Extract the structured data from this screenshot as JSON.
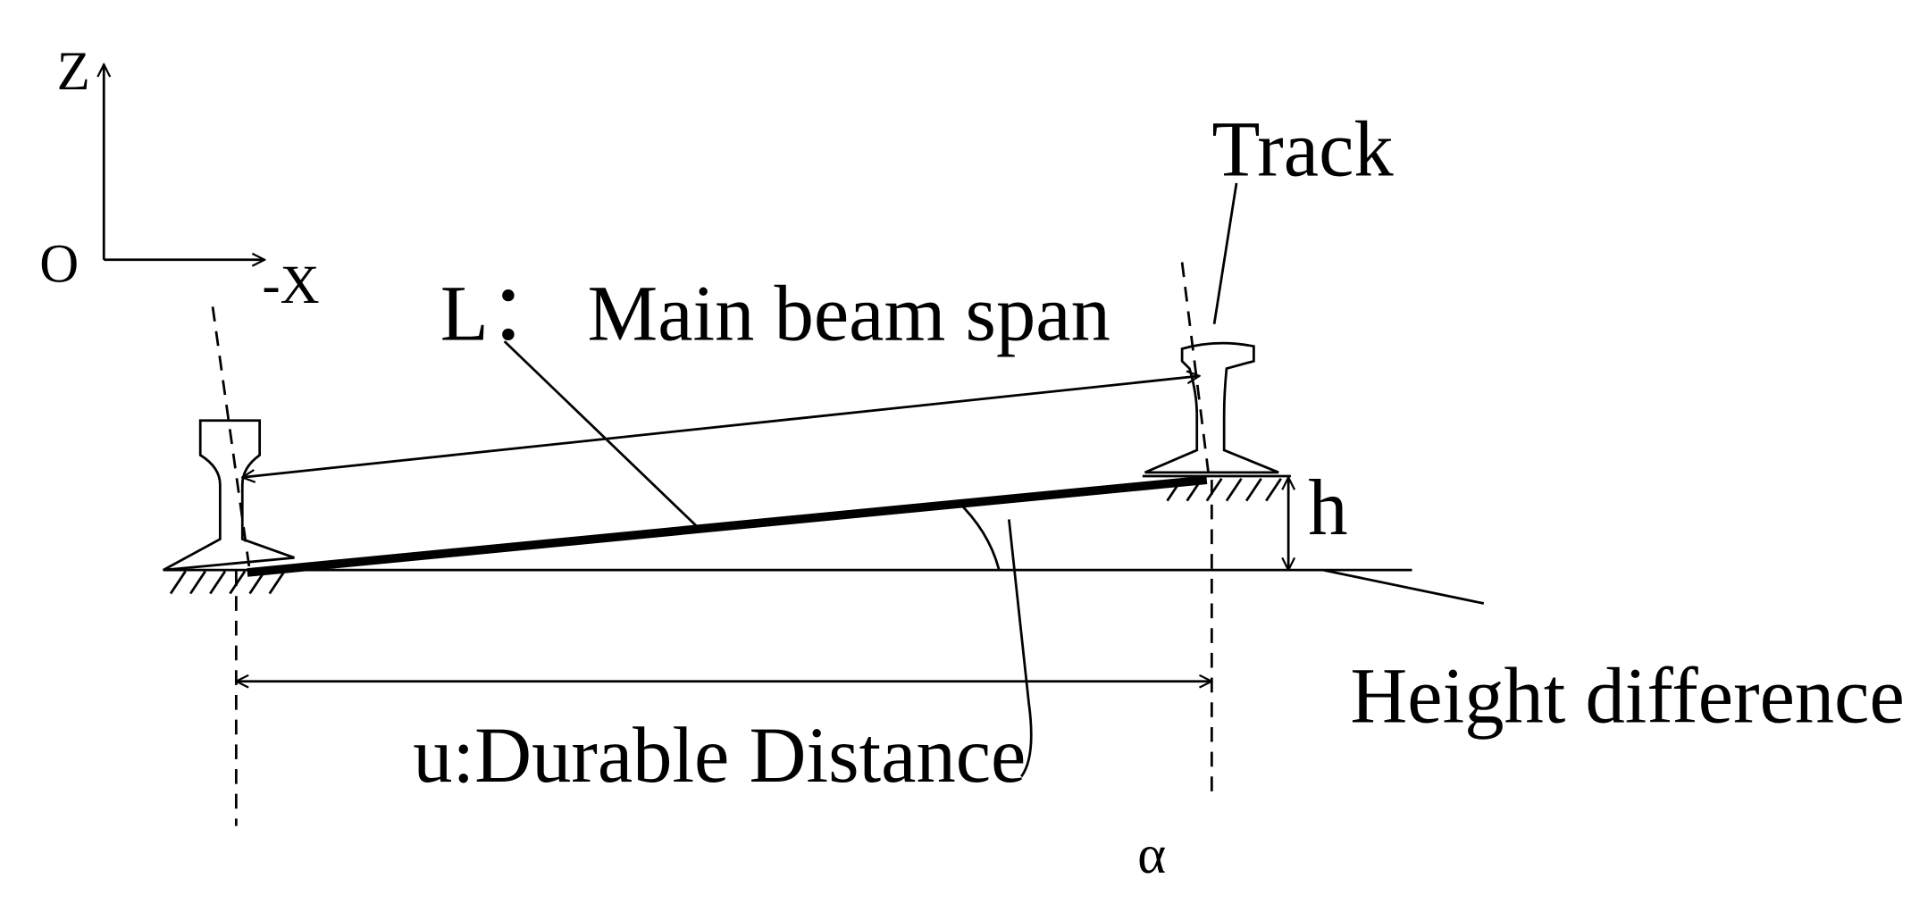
{
  "labels": {
    "z_axis": "Z",
    "origin": "O",
    "x_axis": "-X",
    "track": "Track",
    "main_beam": "L： Main beam span",
    "h": "h",
    "height_difference": "Height difference",
    "durable_distance": "u:Durable Distance",
    "alpha": "α"
  },
  "colors": {
    "ink": "#000000",
    "background": "#ffffff"
  }
}
